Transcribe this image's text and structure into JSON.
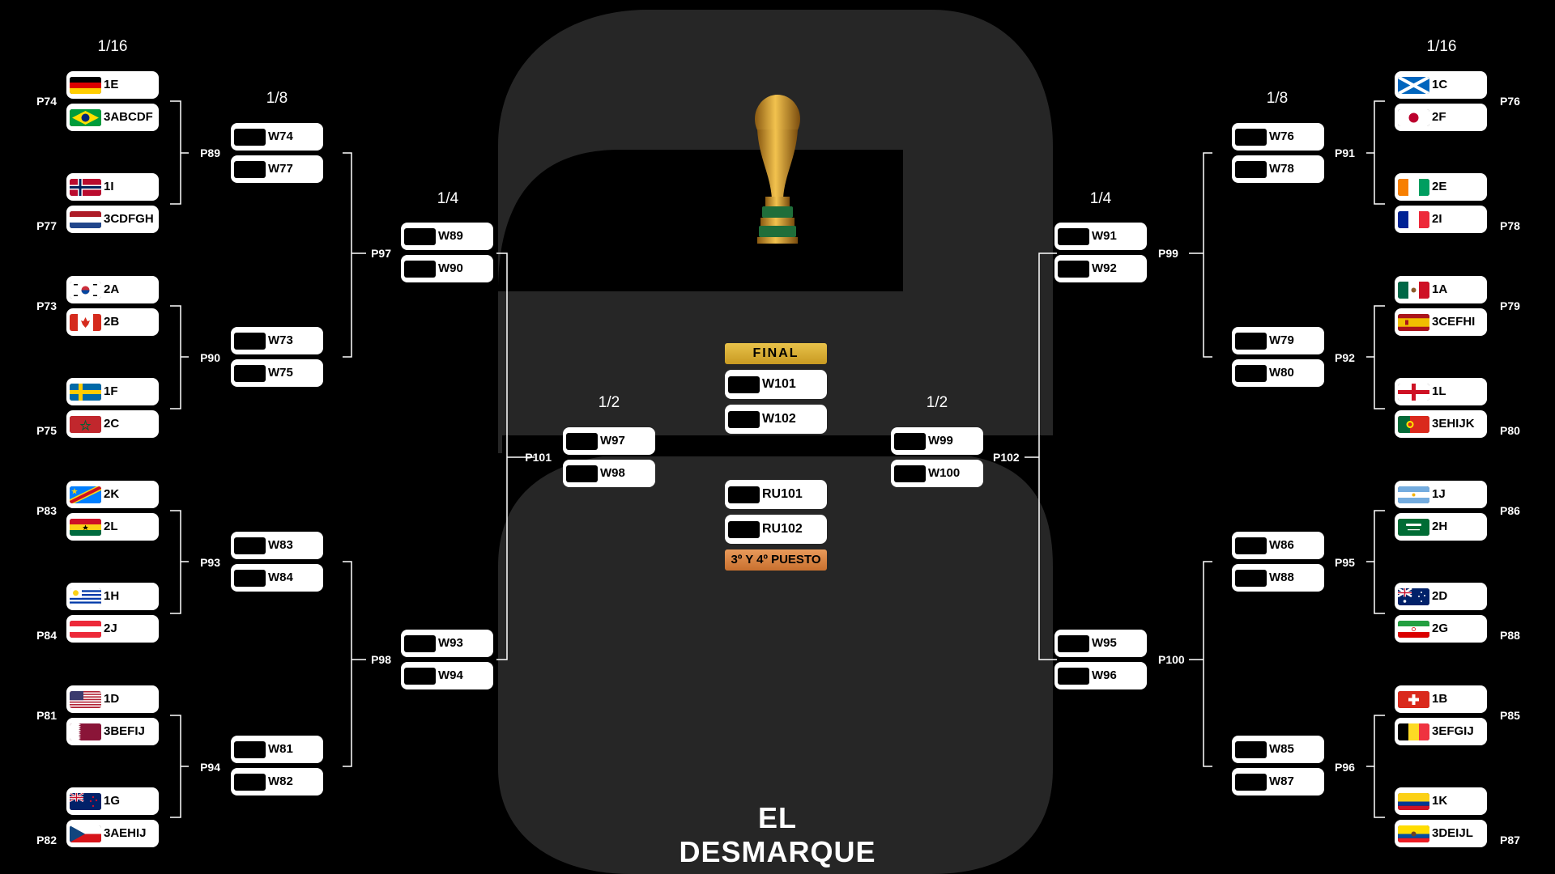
{
  "rounds": {
    "r16_left": "1/16",
    "r8_left": "1/8",
    "r4_left": "1/4",
    "semi_left": "1/2",
    "semi_right": "1/2",
    "r4_right": "1/4",
    "r8_right": "1/8",
    "r16_right": "1/16"
  },
  "final": {
    "badge": "FINAL",
    "slots": [
      "W101",
      "W102"
    ],
    "third_slots": [
      "RU101",
      "RU102"
    ],
    "third_badge": "3º Y 4º PUESTO"
  },
  "brand": "EL DESMARQUE",
  "left": {
    "r32": [
      {
        "match": "P74",
        "teams": [
          {
            "code": "1E",
            "flag": "germany"
          },
          {
            "code": "3ABCDF",
            "flag": "brazil"
          }
        ]
      },
      {
        "match": "P77",
        "teams": [
          {
            "code": "1I",
            "flag": "norway"
          },
          {
            "code": "3CDFGH",
            "flag": "netherlands"
          }
        ]
      },
      {
        "match": "P73",
        "teams": [
          {
            "code": "2A",
            "flag": "south-korea"
          },
          {
            "code": "2B",
            "flag": "canada"
          }
        ]
      },
      {
        "match": "P75",
        "teams": [
          {
            "code": "1F",
            "flag": "sweden"
          },
          {
            "code": "2C",
            "flag": "morocco"
          }
        ]
      },
      {
        "match": "P83",
        "teams": [
          {
            "code": "2K",
            "flag": "dr-congo"
          },
          {
            "code": "2L",
            "flag": "ghana"
          }
        ]
      },
      {
        "match": "P84",
        "teams": [
          {
            "code": "1H",
            "flag": "uruguay"
          },
          {
            "code": "2J",
            "flag": "austria"
          }
        ]
      },
      {
        "match": "P81",
        "teams": [
          {
            "code": "1D",
            "flag": "usa"
          },
          {
            "code": "3BEFIJ",
            "flag": "qatar"
          }
        ]
      },
      {
        "match": "P82",
        "teams": [
          {
            "code": "1G",
            "flag": "new-zealand"
          },
          {
            "code": "3AEHIJ",
            "flag": "czechia"
          }
        ]
      }
    ],
    "r16": [
      {
        "match": "P89",
        "slots": [
          "W74",
          "W77"
        ]
      },
      {
        "match": "P90",
        "slots": [
          "W73",
          "W75"
        ]
      },
      {
        "match": "P93",
        "slots": [
          "W83",
          "W84"
        ]
      },
      {
        "match": "P94",
        "slots": [
          "W81",
          "W82"
        ]
      }
    ],
    "qf": [
      {
        "match": "P97",
        "slots": [
          "W89",
          "W90"
        ]
      },
      {
        "match": "P98",
        "slots": [
          "W93",
          "W94"
        ]
      }
    ],
    "sf": {
      "match": "P101",
      "slots": [
        "W97",
        "W98"
      ]
    }
  },
  "right": {
    "r32": [
      {
        "match": "P76",
        "teams": [
          {
            "code": "1C",
            "flag": "scotland"
          },
          {
            "code": "2F",
            "flag": "japan"
          }
        ]
      },
      {
        "match": "P78",
        "teams": [
          {
            "code": "2E",
            "flag": "ivory-coast"
          },
          {
            "code": "2I",
            "flag": "france"
          }
        ]
      },
      {
        "match": "P79",
        "teams": [
          {
            "code": "1A",
            "flag": "mexico"
          },
          {
            "code": "3CEFHI",
            "flag": "spain"
          }
        ]
      },
      {
        "match": "P80",
        "teams": [
          {
            "code": "1L",
            "flag": "england"
          },
          {
            "code": "3EHIJK",
            "flag": "portugal"
          }
        ]
      },
      {
        "match": "P86",
        "teams": [
          {
            "code": "1J",
            "flag": "argentina"
          },
          {
            "code": "2H",
            "flag": "saudi-arabia"
          }
        ]
      },
      {
        "match": "P88",
        "teams": [
          {
            "code": "2D",
            "flag": "australia"
          },
          {
            "code": "2G",
            "flag": "iran"
          }
        ]
      },
      {
        "match": "P85",
        "teams": [
          {
            "code": "1B",
            "flag": "switzerland"
          },
          {
            "code": "3EFGIJ",
            "flag": "belgium"
          }
        ]
      },
      {
        "match": "P87",
        "teams": [
          {
            "code": "1K",
            "flag": "colombia"
          },
          {
            "code": "3DEIJL",
            "flag": "ecuador"
          }
        ]
      }
    ],
    "r16": [
      {
        "match": "P91",
        "slots": [
          "W76",
          "W78"
        ]
      },
      {
        "match": "P92",
        "slots": [
          "W79",
          "W80"
        ]
      },
      {
        "match": "P95",
        "slots": [
          "W86",
          "W88"
        ]
      },
      {
        "match": "P96",
        "slots": [
          "W85",
          "W87"
        ]
      }
    ],
    "qf": [
      {
        "match": "P99",
        "slots": [
          "W91",
          "W92"
        ]
      },
      {
        "match": "P100",
        "slots": [
          "W95",
          "W96"
        ]
      }
    ],
    "sf": {
      "match": "P102",
      "slots": [
        "W99",
        "W100"
      ]
    }
  }
}
